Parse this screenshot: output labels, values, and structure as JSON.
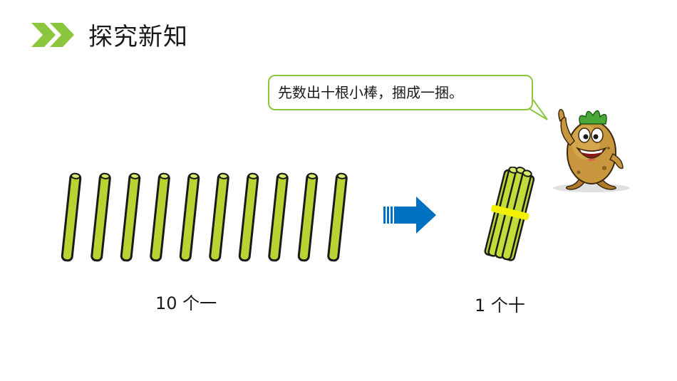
{
  "header": {
    "title": "探究新知",
    "accent_color": "#8cc63f"
  },
  "speech_bubble": {
    "text": "先数出十根小棒，捆成一捆。",
    "border_color": "#8cc63f"
  },
  "left_group": {
    "stick_count": 10,
    "stick_color": "#b8d433",
    "caption": "10 个一"
  },
  "arrow": {
    "icon": "right-arrow-icon",
    "color": "#0070c0"
  },
  "right_group": {
    "bundle_band_color": "#f2f200",
    "caption": "1 个十"
  },
  "mascot": {
    "icon": "potato-mascot-icon"
  }
}
